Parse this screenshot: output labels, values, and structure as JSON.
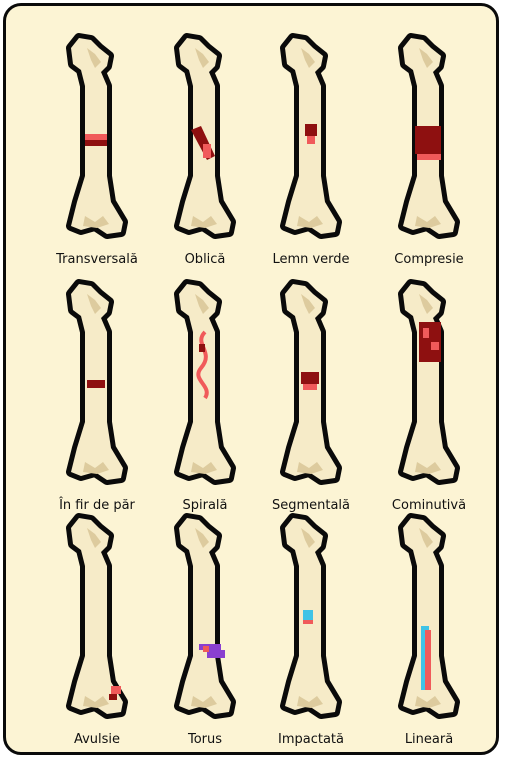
{
  "diagram": {
    "fractures": [
      {
        "label": "Transversală",
        "mark": "transverse"
      },
      {
        "label": "Oblică",
        "mark": "oblique"
      },
      {
        "label": "Lemn verde",
        "mark": "greenstick"
      },
      {
        "label": "Compresie",
        "mark": "compression"
      },
      {
        "label": "În fir de păr",
        "mark": "hairline"
      },
      {
        "label": "Spirală",
        "mark": "spiral"
      },
      {
        "label": "Segmentală",
        "mark": "segmental"
      },
      {
        "label": "Cominutivă",
        "mark": "comminuted"
      },
      {
        "label": "Avulsie",
        "mark": "avulsion"
      },
      {
        "label": "Torus",
        "mark": "torus"
      },
      {
        "label": "Impactată",
        "mark": "impacted"
      },
      {
        "label": "Lineară",
        "mark": "linear"
      }
    ]
  },
  "colors": {
    "card_background": "#fcf4d4",
    "outline": "#0a0a0a",
    "bone": "#f6ebc8",
    "bone_shade": "#ddcb9e",
    "fracture_dark": "#8e1010",
    "fracture_light": "#f05a5a",
    "impact_blue": "#3fc3e6",
    "torus_purple": "#8a3fd0"
  }
}
